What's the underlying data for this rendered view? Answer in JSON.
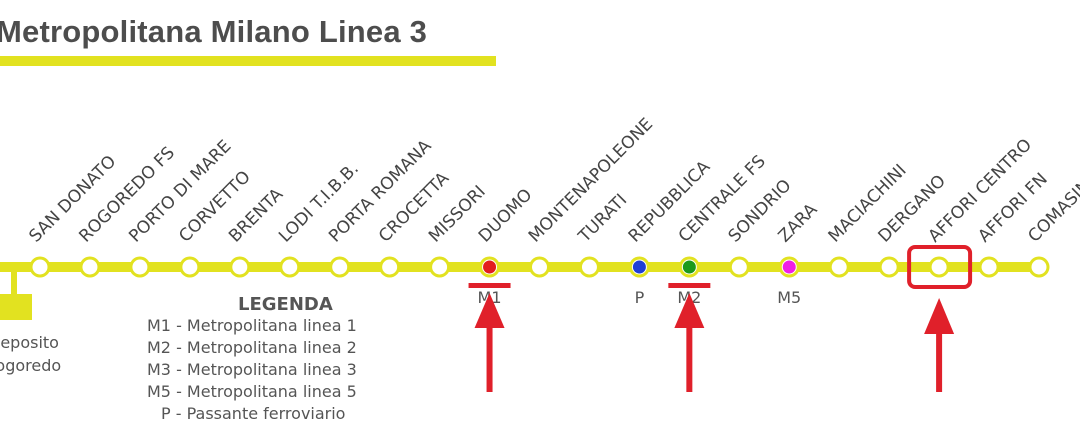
{
  "title": "Metropolitana Milano Linea 3",
  "colors": {
    "line": "#e2e220",
    "station_fill": "#ffffff",
    "annotation": "#e0202a",
    "m1": "#e31e1e",
    "m2": "#1c9a1c",
    "m5": "#f01ee6",
    "passante": "#1f3fd6",
    "text": "#555555"
  },
  "stations": [
    {
      "name": "SAN DONATO"
    },
    {
      "name": "ROGOREDO FS"
    },
    {
      "name": "PORTO DI MARE"
    },
    {
      "name": "CORVETTO"
    },
    {
      "name": "BRENTA"
    },
    {
      "name": "LODI T.I.B.B."
    },
    {
      "name": "PORTA ROMANA"
    },
    {
      "name": "CROCETTA"
    },
    {
      "name": "MISSORI"
    },
    {
      "name": "DUOMO",
      "interchange": "m1",
      "label": "M1"
    },
    {
      "name": "MONTENAPOLEONE"
    },
    {
      "name": "TURATI"
    },
    {
      "name": "REPUBBLICA",
      "interchange": "passante",
      "label": "P"
    },
    {
      "name": "CENTRALE FS",
      "interchange": "m2",
      "label": "M2"
    },
    {
      "name": "SONDRIO"
    },
    {
      "name": "ZARA",
      "interchange": "m5",
      "label": "M5"
    },
    {
      "name": "MACIACHINI"
    },
    {
      "name": "DERGANO"
    },
    {
      "name": "AFFORI CENTRO",
      "highlight": true
    },
    {
      "name": "AFFORI FN"
    },
    {
      "name": "COMASINA"
    }
  ],
  "depot": {
    "line1": "Deposito",
    "line2": "Rogoredo"
  },
  "legend": {
    "title": "LEGENDA",
    "items": [
      "M1 - Metropolitana linea 1",
      "M2 - Metropolitana linea 2",
      "M3 - Metropolitana linea 3",
      "M5 - Metropolitana linea 5",
      "P - Passante ferroviario"
    ]
  }
}
